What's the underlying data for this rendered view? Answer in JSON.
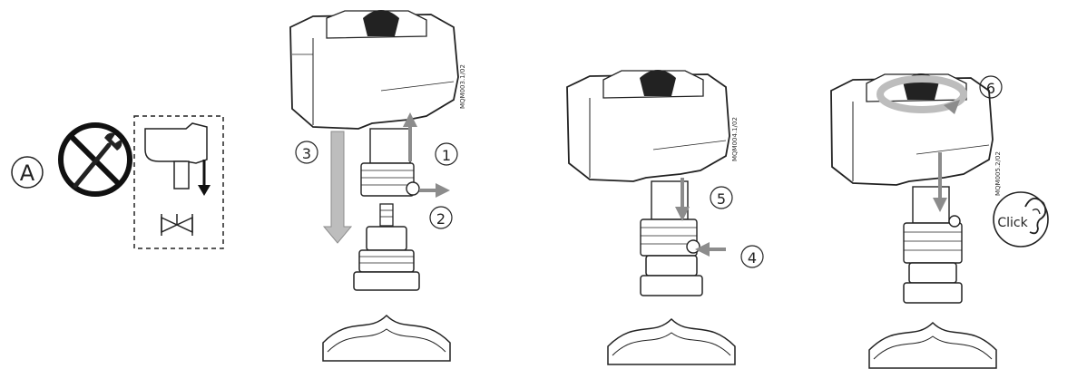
{
  "section_label": "A",
  "steps": [
    "1",
    "2",
    "3",
    "4",
    "5",
    "6"
  ],
  "figure_codes": [
    "MQM003.1/02",
    "MQM004.1/02",
    "MQM005.2/02"
  ],
  "click_label": "Click",
  "icons": {
    "no_tool": "no-wrench-icon",
    "orientation": "actuator-orientation-icon",
    "valve": "valve-symbol-icon",
    "ear": "ear-icon"
  },
  "colors": {
    "line": "#222222",
    "arrow": "#8c8c8c",
    "arrow_light": "#bdbdbd"
  }
}
